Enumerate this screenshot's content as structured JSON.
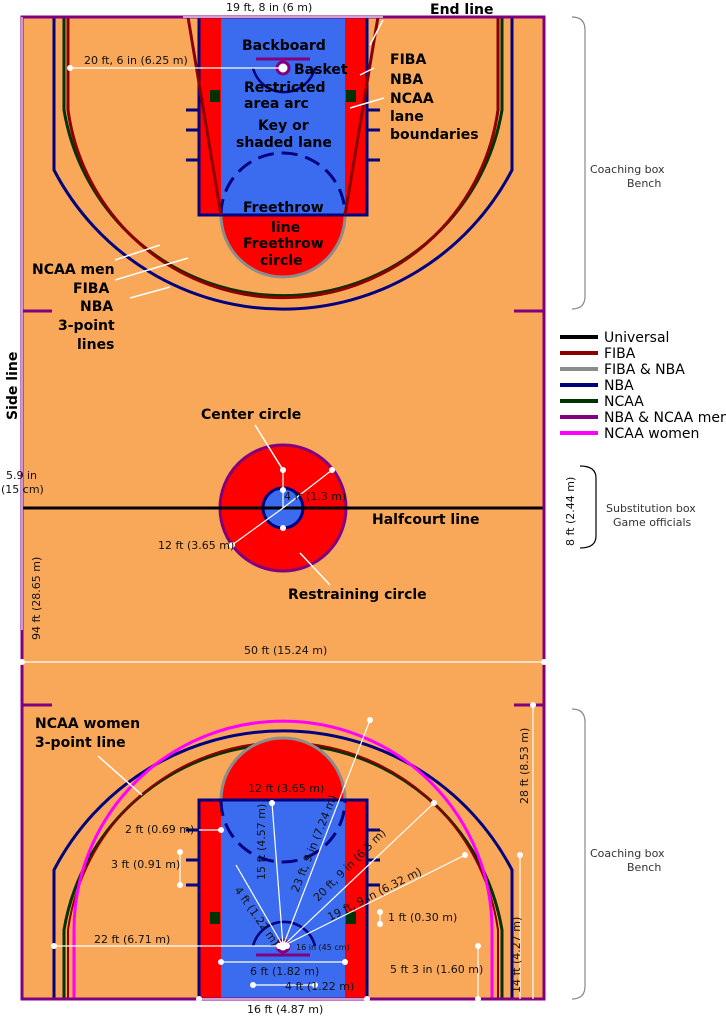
{
  "titles": {
    "end_line": "End line",
    "side_line": "Side line",
    "halfcourt_line": "Halfcourt line"
  },
  "upper_labels": {
    "backboard": "Backboard",
    "basket": "Basket",
    "restricted_1": "Restricted",
    "restricted_2": "area arc",
    "key_1": "Key or",
    "key_2": "shaded lane",
    "freethrow_line_1": "Freethrow",
    "freethrow_line_2": "line",
    "freethrow_circle_1": "Freethrow",
    "freethrow_circle_2": "circle",
    "lane_fiba": "FIBA",
    "lane_nba": "NBA",
    "lane_ncaa": "NCAA",
    "lane_lane": "lane",
    "lane_boundaries": "boundaries",
    "three_ncaa_men": "NCAA men",
    "three_fiba": "FIBA",
    "three_nba": "NBA",
    "three_3pt": "3-point",
    "three_lines": "lines"
  },
  "center_labels": {
    "center_circle": "Center circle",
    "restraining_circle": "Restraining circle"
  },
  "lower_labels": {
    "ncaa_women_1": "NCAA women",
    "ncaa_women_2": "3-point line"
  },
  "dimensions": {
    "top_width": "19 ft, 8 in (6 m)",
    "basket_dist": "20 ft, 6 in (6.25 m)",
    "side_offset_1": "5.9 in",
    "side_offset_2": "(15 cm)",
    "inner_circle": "4 ft (1.3 m)",
    "outer_circle": "12 ft (3.65 m)",
    "court_length": "94 ft (28.65 m)",
    "court_width": "50 ft (15.24 m)",
    "sub_box": "8 ft (2.44 m)",
    "ft_circle": "12 ft (3.65 m)",
    "two_ft": "2 ft (0.69 m)",
    "three_ft": "3 ft (0.91 m)",
    "fifteen_ft": "15 ft (4.57 m)",
    "twentythree_ft": "23 ft, 9 in (7.24 m)",
    "twenty_ft": "20 ft, 9 in (6.3 m)",
    "nineteen_ft": "19 ft, 9 in (6.32 m)",
    "four_ft_arc": "4 ft (1.22 m)",
    "one_ft": "1 ft (0.30 m)",
    "twentytwo_ft": "22 ft (6.71 m)",
    "sixteen_in": "16 in (45 cm)",
    "six_ft": "6 ft (1.82 m)",
    "four_ft_bb": "4 ft (1.22 m)",
    "five_ft": "5 ft 3 in (1.60 m)",
    "sixteen_ft": "16 ft (4.87 m)",
    "twentyeight_ft": "28 ft (8.53 m)",
    "fourteen_ft": "14 ft (4.27 m)"
  },
  "side_notes": {
    "coach_top_1": "Coaching box",
    "coach_top_2": "Bench",
    "sub_1": "Substitution box",
    "sub_2": "Game officials",
    "coach_bottom_1": "Coaching box",
    "coach_bottom_2": "Bench"
  },
  "legend": [
    {
      "label": "Universal",
      "color": "#000000"
    },
    {
      "label": "FIBA",
      "color": "#8b0000"
    },
    {
      "label": "FIBA & NBA",
      "color": "#8c8c8c"
    },
    {
      "label": "NBA",
      "color": "#000080"
    },
    {
      "label": "NCAA",
      "color": "#003300"
    },
    {
      "label": "NBA & NCAA men",
      "color": "#800080"
    },
    {
      "label": "NCAA women",
      "color": "#ff00ff"
    }
  ],
  "colors": {
    "court": "#f9a85a",
    "lane_red": "#ff0000",
    "lane_blue": "#3b6cf0",
    "universal": "#000000",
    "fiba": "#8b0000",
    "fiba_nba": "#8c8c8c",
    "nba": "#000080",
    "ncaa": "#003300",
    "nba_ncaa_men": "#800080",
    "ncaa_women": "#ff00ff"
  }
}
